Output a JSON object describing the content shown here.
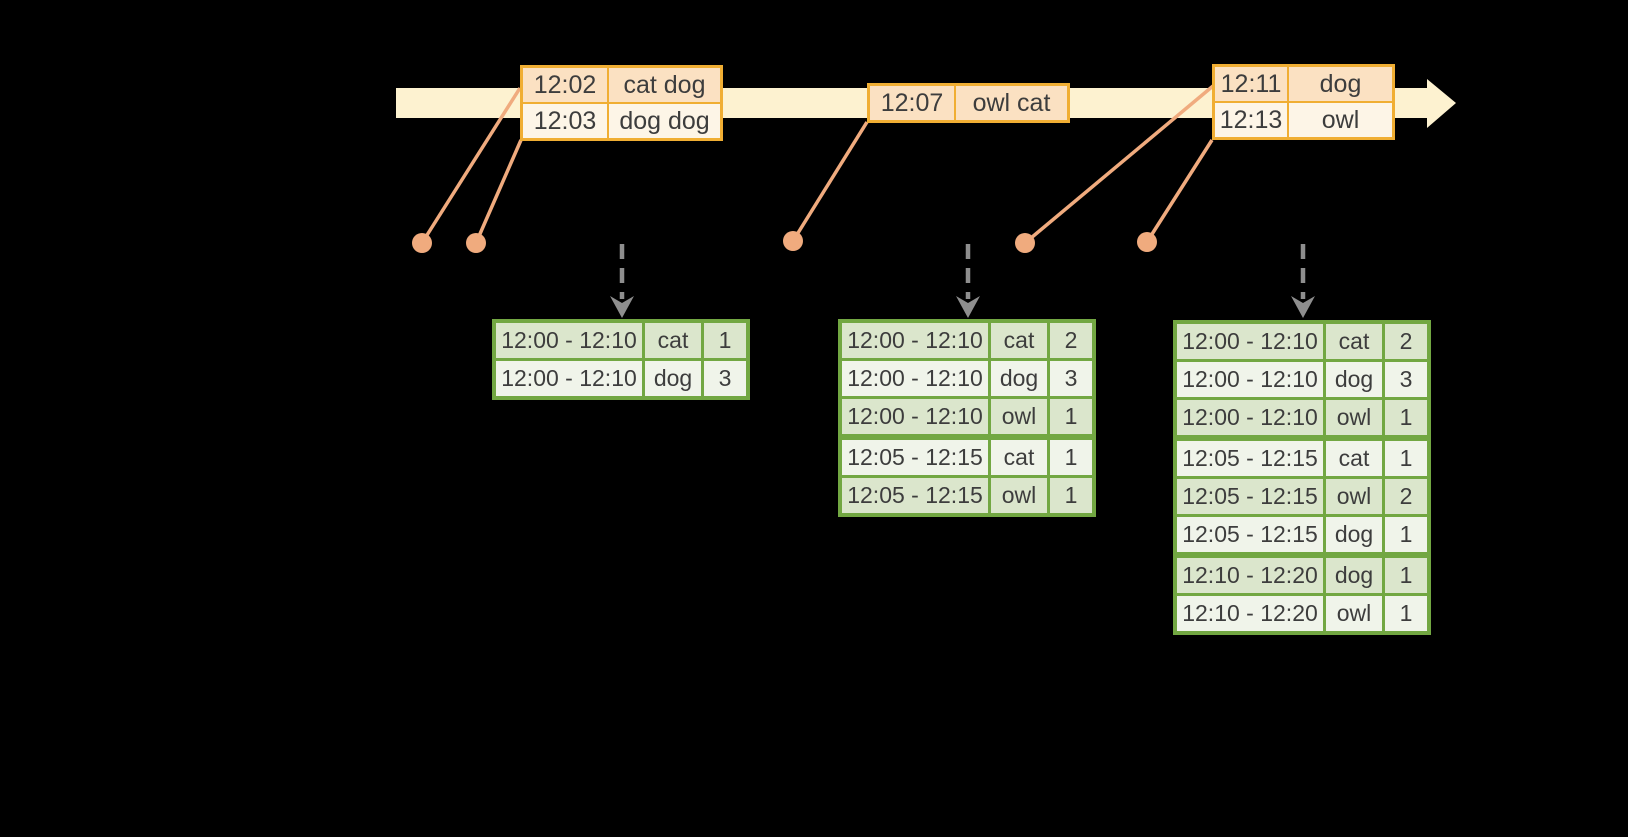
{
  "colors": {
    "background": "#000000",
    "timeline_fill": "#fdf2d0",
    "event_border": "#f0ae33",
    "event_row_dark": "#fbe1c2",
    "event_row_light": "#fdf5e7",
    "marker": "#f0ab7e",
    "dashed_arrow": "#8e8e8e",
    "result_border": "#72a742",
    "result_row_dark": "#dbe6cc",
    "result_row_light": "#f0f4ea",
    "text": "#3d3d3d"
  },
  "event_stream": {
    "tables": [
      {
        "rows": [
          {
            "time": "12:02",
            "words": "cat dog"
          },
          {
            "time": "12:03",
            "words": "dog dog"
          }
        ]
      },
      {
        "rows": [
          {
            "time": "12:07",
            "words": "owl cat"
          }
        ]
      },
      {
        "rows": [
          {
            "time": "12:11",
            "words": "dog"
          },
          {
            "time": "12:13",
            "words": "owl"
          }
        ]
      }
    ]
  },
  "windowed_counts": {
    "tables": [
      {
        "rows": [
          {
            "window": "12:00 - 12:10",
            "word": "cat",
            "count": "1"
          },
          {
            "window": "12:00 - 12:10",
            "word": "dog",
            "count": "3"
          }
        ]
      },
      {
        "rows": [
          {
            "window": "12:00 - 12:10",
            "word": "cat",
            "count": "2"
          },
          {
            "window": "12:00 - 12:10",
            "word": "dog",
            "count": "3"
          },
          {
            "window": "12:00 - 12:10",
            "word": "owl",
            "count": "1"
          },
          {
            "window": "12:05 - 12:15",
            "word": "cat",
            "count": "1"
          },
          {
            "window": "12:05 - 12:15",
            "word": "owl",
            "count": "1"
          }
        ]
      },
      {
        "rows": [
          {
            "window": "12:00 - 12:10",
            "word": "cat",
            "count": "2"
          },
          {
            "window": "12:00 - 12:10",
            "word": "dog",
            "count": "3"
          },
          {
            "window": "12:00 - 12:10",
            "word": "owl",
            "count": "1"
          },
          {
            "window": "12:05 - 12:15",
            "word": "cat",
            "count": "1"
          },
          {
            "window": "12:05 - 12:15",
            "word": "owl",
            "count": "2"
          },
          {
            "window": "12:05 - 12:15",
            "word": "dog",
            "count": "1"
          },
          {
            "window": "12:10 - 12:20",
            "word": "dog",
            "count": "1"
          },
          {
            "window": "12:10 - 12:20",
            "word": "owl",
            "count": "1"
          }
        ]
      }
    ]
  }
}
